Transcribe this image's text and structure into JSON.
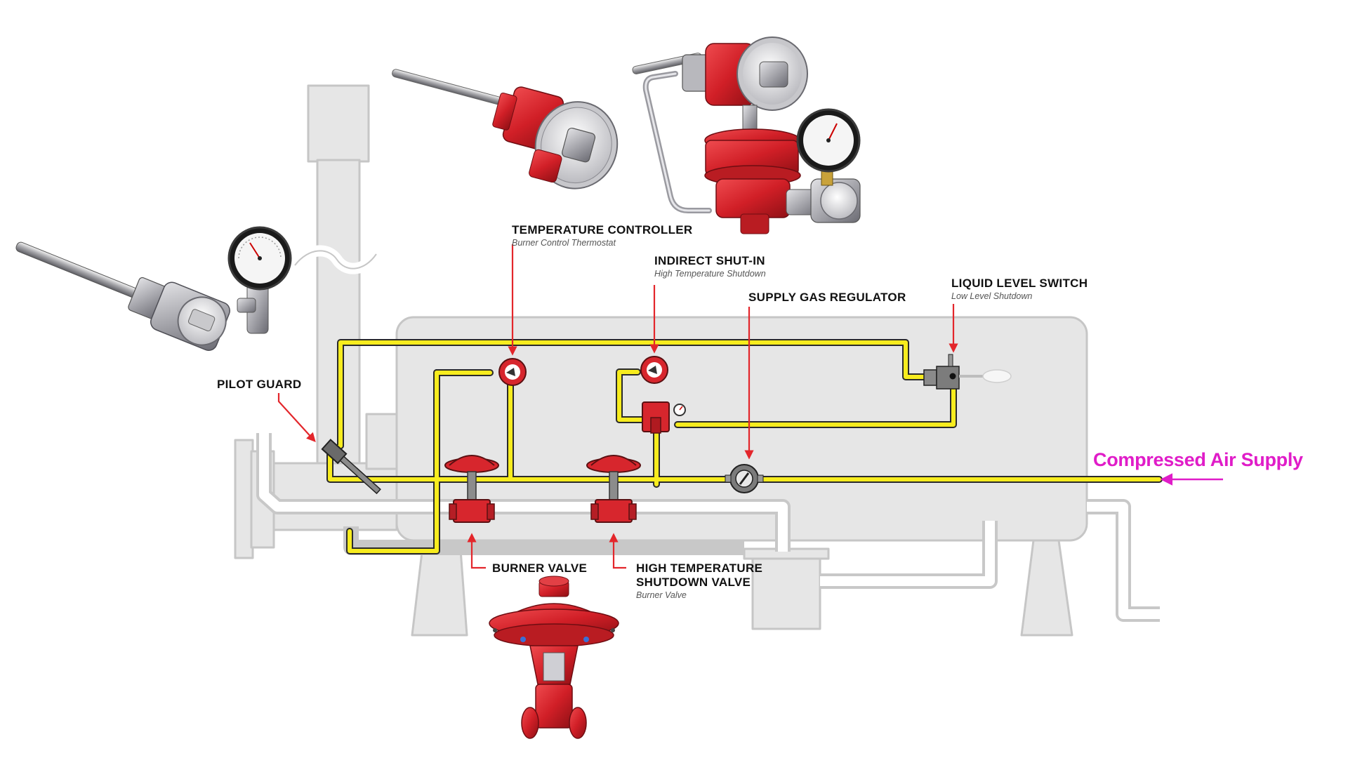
{
  "labels": {
    "temperature_controller": {
      "title": "TEMPERATURE CONTROLLER",
      "subtitle": "Burner Control Thermostat"
    },
    "indirect_shut_in": {
      "title": "INDIRECT SHUT-IN",
      "subtitle": "High Temperature Shutdown"
    },
    "supply_gas_regulator": {
      "title": "SUPPLY GAS REGULATOR"
    },
    "liquid_level_switch": {
      "title": "LIQUID LEVEL SWITCH",
      "subtitle": "Low Level Shutdown"
    },
    "pilot_guard": {
      "title": "PILOT GUARD"
    },
    "burner_valve": {
      "title": "BURNER VALVE"
    },
    "high_temp_shutdown_valve": {
      "title_line1": "HIGH TEMPERATURE",
      "title_line2": "SHUTDOWN VALVE",
      "subtitle": "Burner Valve"
    },
    "compressed_air_supply": "Compressed Air Supply"
  },
  "colors": {
    "air_line": "#f7ec1e",
    "air_line_outline": "#2a2a2a",
    "equipment_fill": "#e6e6e6",
    "equipment_stroke": "#c8c8c8",
    "valve_red": "#d7262d",
    "callout_red": "#e3262b",
    "air_supply_magenta": "#e01cc8"
  },
  "icons": [
    "pilot-guard-thermostat-photo",
    "temperature-controller-photo",
    "shut-in-regulator-photo",
    "burner-valve-photo",
    "pressure-gauge-icon",
    "diaphragm-valve-icon",
    "regulator-icon",
    "level-switch-icon"
  ]
}
